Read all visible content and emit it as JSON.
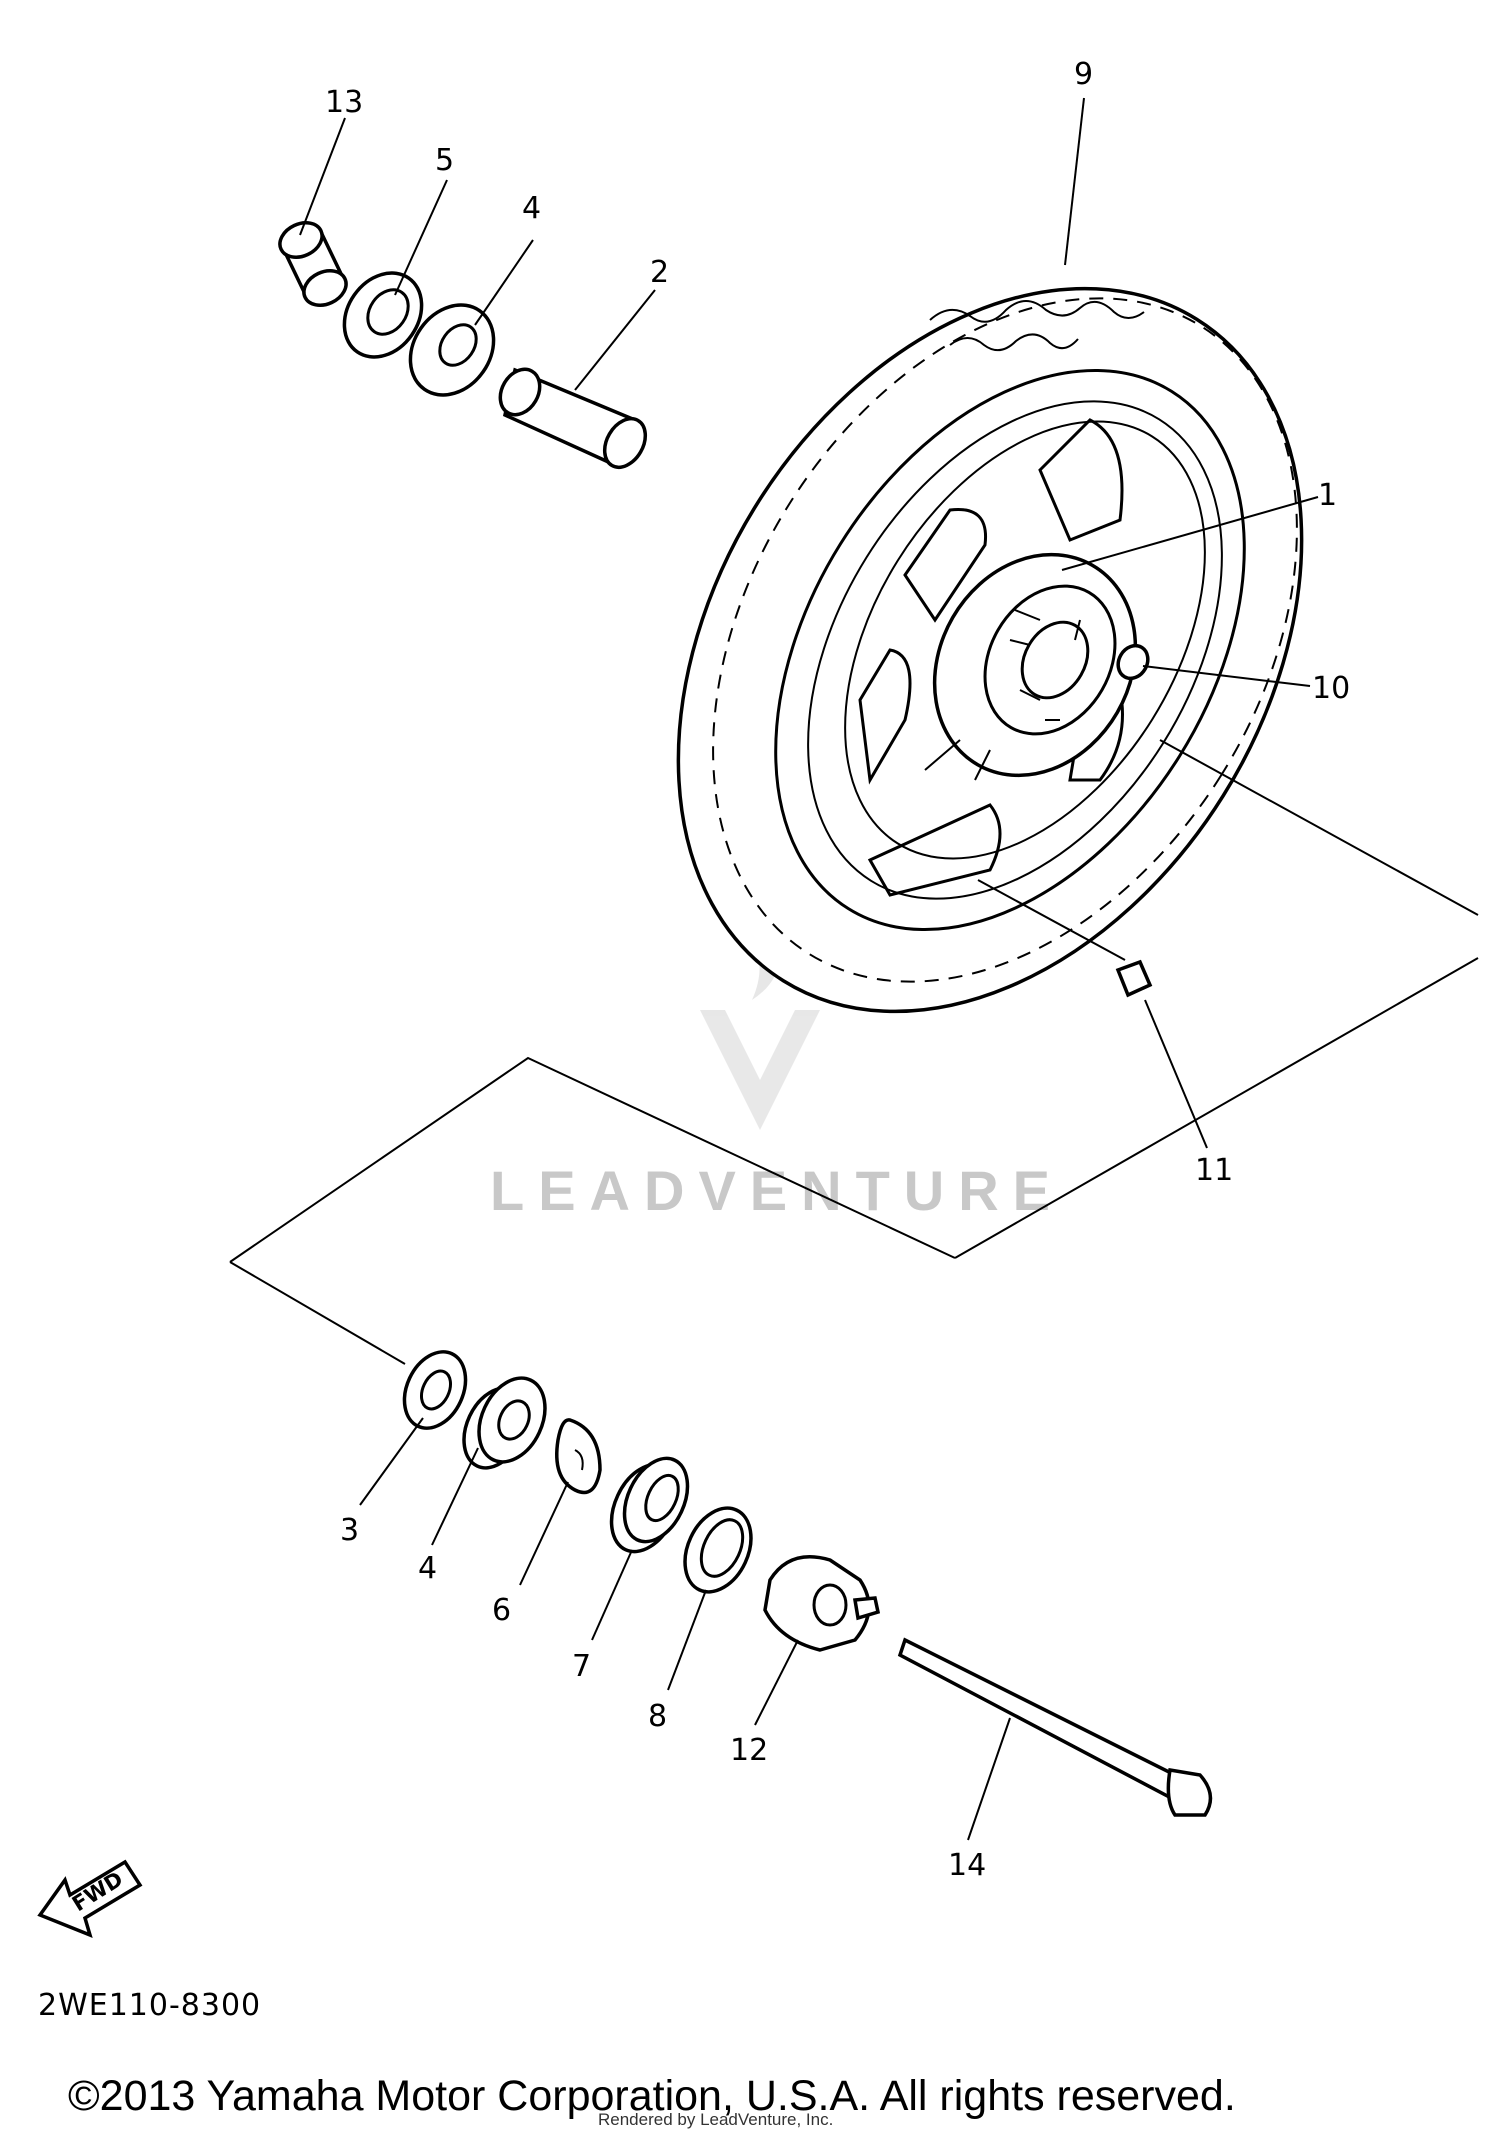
{
  "diagram": {
    "part_code": "2WE110-8300",
    "copyright": "©2013 Yamaha Motor Corporation, U.S.A. All rights reserved.",
    "rendered_by": "Rendered by LeadVenture, Inc.",
    "watermark": "LEADVENTURE",
    "fwd_label": "FWD",
    "callouts": [
      {
        "id": "c1",
        "label": "1"
      },
      {
        "id": "c2",
        "label": "2"
      },
      {
        "id": "c3",
        "label": "3"
      },
      {
        "id": "c4a",
        "label": "4"
      },
      {
        "id": "c4b",
        "label": "4"
      },
      {
        "id": "c5",
        "label": "5"
      },
      {
        "id": "c6",
        "label": "6"
      },
      {
        "id": "c7",
        "label": "7"
      },
      {
        "id": "c8",
        "label": "8"
      },
      {
        "id": "c9",
        "label": "9"
      },
      {
        "id": "c10",
        "label": "10"
      },
      {
        "id": "c11",
        "label": "11"
      },
      {
        "id": "c12",
        "label": "12"
      },
      {
        "id": "c13",
        "label": "13"
      },
      {
        "id": "c14",
        "label": "14"
      }
    ]
  }
}
